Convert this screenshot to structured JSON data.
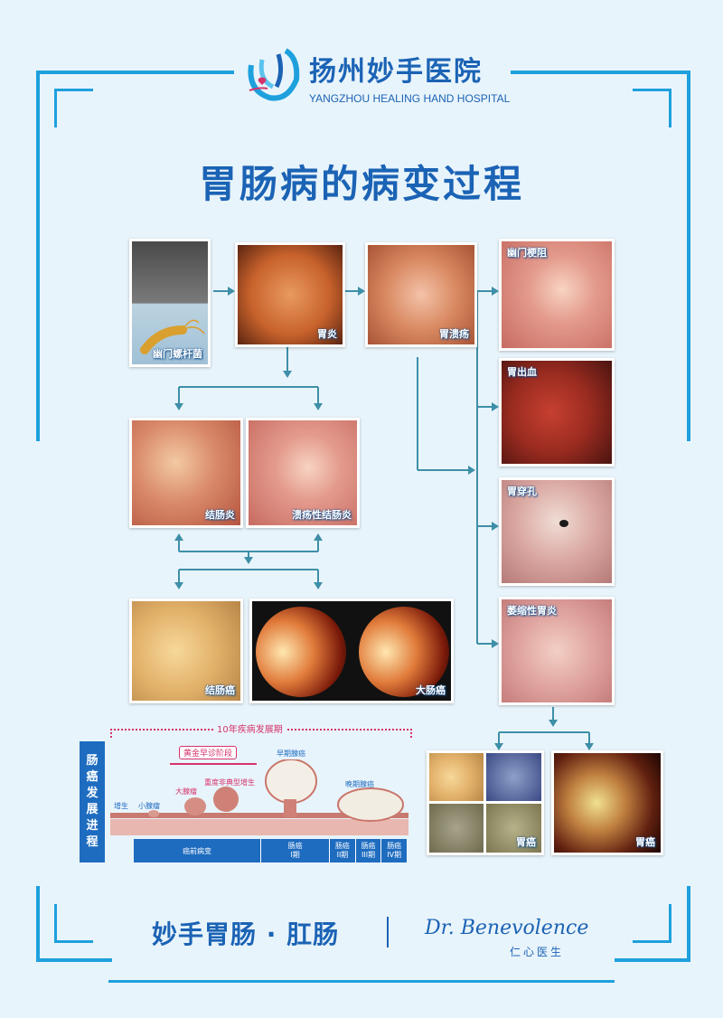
{
  "header": {
    "hospital_cn": "扬州妙手医院",
    "hospital_en": "YANGZHOU HEALING HAND HOSPITAL",
    "title": "胃肠病的病变过程"
  },
  "photos": {
    "hp_bacteria": "幽门螺杆菌",
    "gastritis": "胃炎",
    "gastric_ulcer": "胃溃疡",
    "pyloric_obstruction": "幽门梗阻",
    "gastric_bleeding": "胃出血",
    "gastric_perforation": "胃穿孔",
    "atrophic_gastritis": "萎缩性胃炎",
    "colitis": "结肠炎",
    "ulcerative_colitis": "溃疡性结肠炎",
    "colon_cancer": "结肠癌",
    "large_bowel_cancer": "大肠癌",
    "gastric_cancer_1": "胃癌",
    "gastric_cancer_2": "胃癌"
  },
  "progression": {
    "side_title": [
      "肠",
      "癌",
      "发",
      "展",
      "进",
      "程"
    ],
    "period_label": "10年疾病发展期",
    "golden_stage": "黄金早诊阶段",
    "stages": {
      "hyperplasia": "增生",
      "small_adenoma": "小腺瘤",
      "large_adenoma": "大腺瘤",
      "severe_atypical": "重度非典型增生",
      "early_adenocarcinoma": "早期腺癌",
      "late_adenocarcinoma": "晚期腺癌"
    },
    "bar": {
      "precancer": "癌前病变",
      "stage1": "肠癌\nI期",
      "stage2": "肠癌\nII期",
      "stage3": "肠癌\nIII期",
      "stage4": "肠癌\nIV期"
    }
  },
  "footer": {
    "slogan": "妙手胃肠 · 肛肠",
    "brand_en": "Dr. Benevolence",
    "brand_cn": "仁心医生"
  },
  "colors": {
    "frame": "#1ea0dd",
    "title": "#1b63b5",
    "arrow": "#3e8fa8",
    "label_bg": "#1e6cc0",
    "dotted": "#d6336c"
  }
}
